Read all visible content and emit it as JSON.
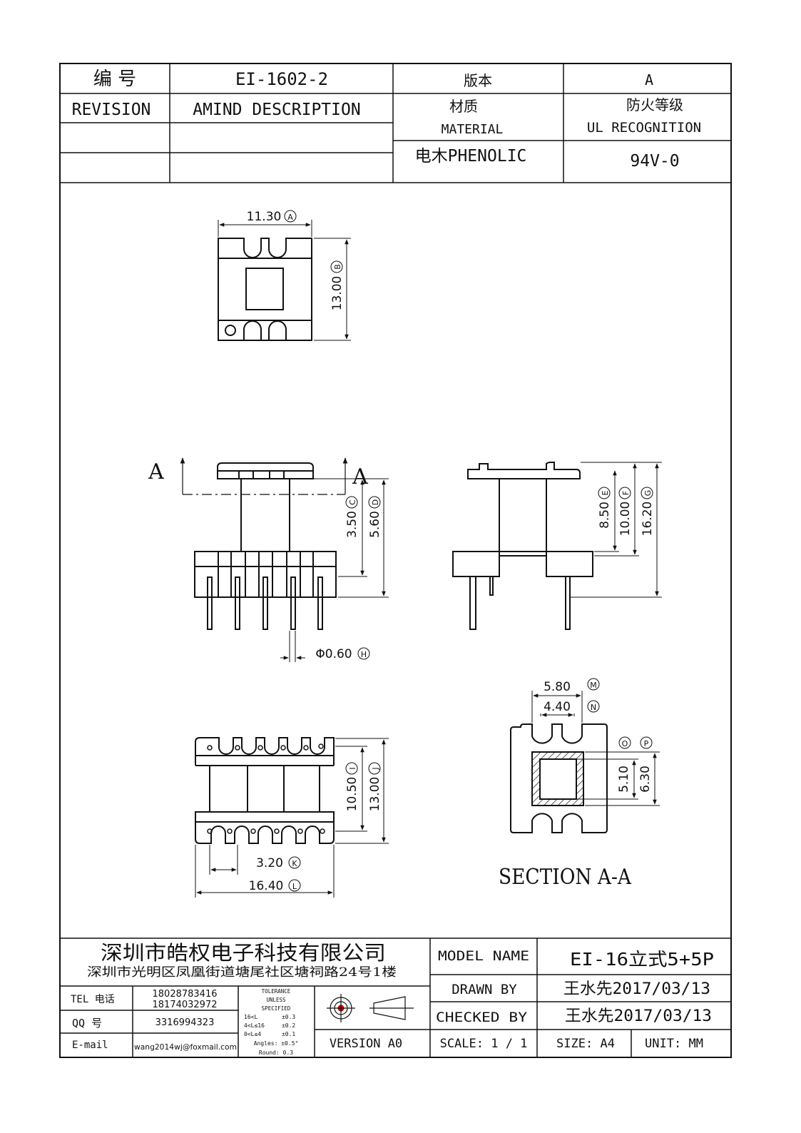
{
  "header": {
    "number_label": "编 号",
    "part_number": "EI-1602-2",
    "version_label": "版本",
    "version_value": "A",
    "revision_label": "REVISION",
    "amend_label": "AMIND DESCRIPTION",
    "material_label_cn": "材质",
    "material_label_en": "MATERIAL",
    "fire_label_cn": "防火等级",
    "fire_label_en": "UL RECOGNITION",
    "material_value": "电木PHENOLIC",
    "fire_value": "94V-0"
  },
  "dimensions": {
    "a": "11.30",
    "b": "13.00",
    "c": "3.50",
    "d": "5.60",
    "e": "8.50",
    "f": "10.00",
    "g": "16.20",
    "h": "Φ0.60",
    "i": "10.50",
    "j": "13.00",
    "k": "3.20",
    "l": "16.40",
    "m": "5.80",
    "n": "4.40",
    "o": "5.10",
    "p": "6.30"
  },
  "markers": {
    "a": "A",
    "b": "B",
    "c": "C",
    "d": "D",
    "e": "E",
    "f": "F",
    "g": "G",
    "h": "H",
    "i": "I",
    "j": "J",
    "k": "K",
    "l": "L",
    "m": "M",
    "n": "N",
    "o": "O",
    "p": "P"
  },
  "section": {
    "arrow_left": "A",
    "arrow_right": "A",
    "title": "SECTION A-A"
  },
  "title_block": {
    "company": "深圳市皓权电子科技有限公司",
    "address": "深圳市光明区凤凰街道塘尾社区塘祠路24号1楼",
    "tel_label": "TEL 电话",
    "tel_1": "18028783416",
    "tel_2": "18174032972",
    "qq_label": "QQ 号",
    "qq_value": "3316994323",
    "email_label": "E-mail",
    "email_value": "wang2014wj@foxmail.com",
    "tolerance_title_1": "TOLERANCE",
    "tolerance_title_2": "UNLESS",
    "tolerance_title_3": "SPECIFIED",
    "tolerance_row_1": "16<L       ±0.3",
    "tolerance_row_2": "4<L≤16     ±0.2",
    "tolerance_row_3": "0<L≤4      ±0.1",
    "tolerance_angles": "Angles: ±0.5°",
    "tolerance_round": "Round: 0.3",
    "version": "VERSION A0",
    "model_label": "MODEL NAME",
    "model_value": "EI-16立式5+5P",
    "drawn_label": "DRAWN BY",
    "drawn_value": "王水先2017/03/13",
    "checked_label": "CHECKED BY",
    "checked_value": "王水先2017/03/13",
    "scale_label": "SCALE: 1 / 1",
    "size_label": "SIZE: A4",
    "unit_label": "UNIT: MM"
  }
}
